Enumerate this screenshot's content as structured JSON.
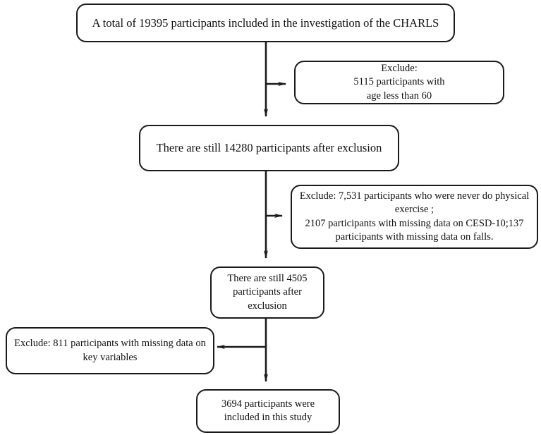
{
  "diagram": {
    "title": "CHARLS participant selection flow chart",
    "type": "flowchart",
    "stroke_color": "#1a1a1a",
    "text_color": "#111111",
    "background_color": "#ffffff"
  },
  "nodes": {
    "total": {
      "text": "A total of 19395 participants included in the investigation of the CHARLS",
      "count": 19395,
      "role": "source-population"
    },
    "exclude_age": {
      "text": "Exclude:\n5115 participants with\nage less than 60",
      "count": 5115,
      "role": "exclusion"
    },
    "after_1": {
      "text": "There are still 14280 participants after exclusion",
      "count": 14280,
      "role": "remaining"
    },
    "exclude_multi": {
      "text": "Exclude: 7,531 participants who were never do physical exercise ;\n2107 participants with missing data on CESD-10;137 participants with missing data on falls.",
      "counts": [
        7531,
        2107,
        137
      ],
      "role": "exclusion"
    },
    "after_2": {
      "text": "There are still 4505 participants after exclusion",
      "count": 4505,
      "role": "remaining"
    },
    "exclude_key": {
      "text": "Exclude: 811 participants with missing data on key variables",
      "count": 811,
      "role": "exclusion"
    },
    "final": {
      "text": "3694 participants were included in this study",
      "count": 3694,
      "role": "final-sample"
    }
  },
  "edges": [
    {
      "from": "total",
      "to": "after_1",
      "direction": "down",
      "name": "edge-total-to-after-1"
    },
    {
      "from": "total",
      "to": "exclude_age",
      "direction": "right",
      "name": "edge-total-to-exclude-age"
    },
    {
      "from": "after_1",
      "to": "after_2",
      "direction": "down",
      "name": "edge-after-1-to-after-2"
    },
    {
      "from": "after_1",
      "to": "exclude_multi",
      "direction": "right",
      "name": "edge-after-1-to-exclude-multi"
    },
    {
      "from": "after_2",
      "to": "final",
      "direction": "down",
      "name": "edge-after-2-to-final"
    },
    {
      "from": "after_2",
      "to": "exclude_key",
      "direction": "left",
      "name": "edge-after-2-to-exclude-key"
    }
  ]
}
